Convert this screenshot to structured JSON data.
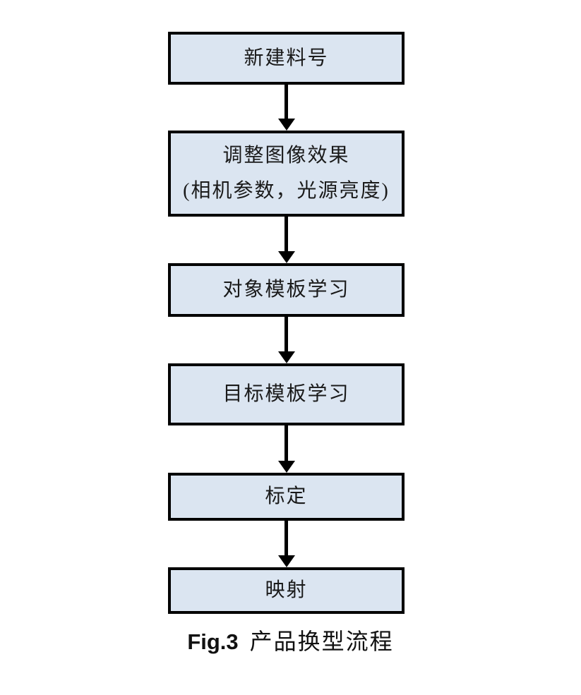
{
  "figure": {
    "background_color": "#ffffff",
    "caption": {
      "label": "Fig.3",
      "title": "产品换型流程"
    },
    "flowchart": {
      "type": "flowchart",
      "direction": "top-down",
      "colors": {
        "node_fill": "#dbe5f1",
        "node_border": "#000000",
        "arrow": "#000000",
        "text": "#1a1a1a"
      },
      "nodes": [
        {
          "id": "new-part-number",
          "line1": "新建料号"
        },
        {
          "id": "adjust-image-effect",
          "line1": "调整图像效果",
          "line2": "(相机参数，光源亮度)"
        },
        {
          "id": "object-template-learning",
          "line1": "对象模板学习"
        },
        {
          "id": "target-template-learning",
          "line1": "目标模板学习"
        },
        {
          "id": "calibration",
          "line1": "标定"
        },
        {
          "id": "mapping",
          "line1": "映射"
        }
      ],
      "edges": [
        {
          "from": "新建料号",
          "to": "调整图像效果"
        },
        {
          "from": "调整图像效果",
          "to": "对象模板学习"
        },
        {
          "from": "对象模板学习",
          "to": "目标模板学习"
        },
        {
          "from": "目标模板学习",
          "to": "标定"
        },
        {
          "from": "标定",
          "to": "映射"
        }
      ]
    }
  }
}
